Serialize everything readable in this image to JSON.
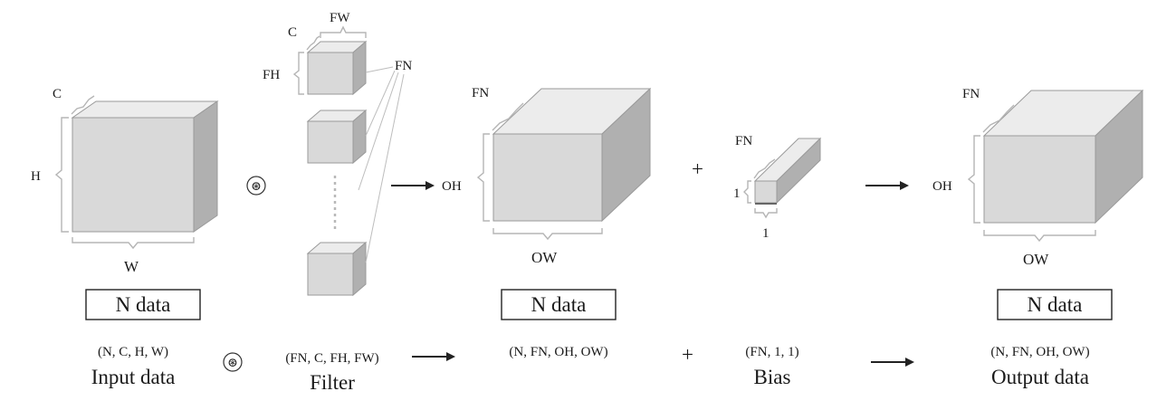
{
  "input": {
    "dim_c": "C",
    "dim_h": "H",
    "dim_w": "W",
    "box": "N data",
    "shape": "(N, C, H, W)",
    "title": "Input data"
  },
  "operator_conv": "⊛",
  "filter": {
    "dim_c": "C",
    "dim_fw": "FW",
    "dim_fh": "FH",
    "dim_fn": "FN",
    "shape": "(FN, C, FH, FW)",
    "title": "Filter"
  },
  "conv_output": {
    "dim_fn": "FN",
    "dim_oh": "OH",
    "dim_ow": "OW",
    "box": "N data",
    "shape": "(N, FN, OH, OW)"
  },
  "operator_plus": "+",
  "bias": {
    "dim_fn": "FN",
    "dim_h": "1",
    "dim_w": "1",
    "shape": "(FN, 1, 1)",
    "title": "Bias"
  },
  "output": {
    "dim_fn": "FN",
    "dim_oh": "OH",
    "dim_ow": "OW",
    "box": "N data",
    "shape": "(N, FN, OH, OW)",
    "title": "Output data"
  }
}
